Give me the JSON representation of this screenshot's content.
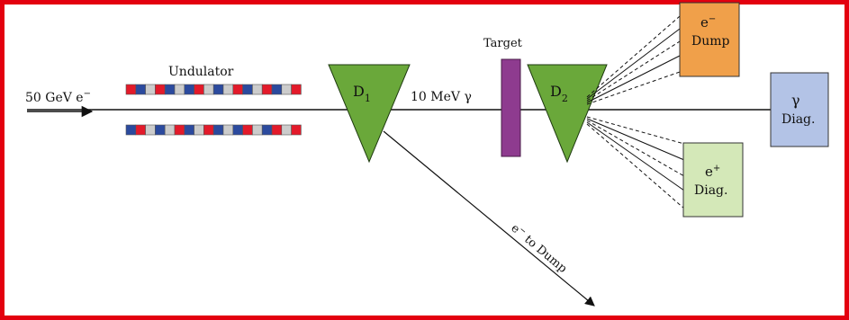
{
  "colors": {
    "frame": "#e3000f",
    "magnet": "#6aa83a",
    "target": "#8e3b8f",
    "e_dump": "#f0a04a",
    "gamma_diag": "#b3c3e6",
    "positron_diag": "#d4e8b8",
    "undulator_red": "#e31a2a",
    "undulator_blue": "#2b4a9e",
    "undulator_grey": "#cccccc"
  },
  "labels": {
    "beam": "50 GeV e",
    "beam_sup": "−",
    "undulator": "Undulator",
    "target": "Target",
    "photon": "10 MeV γ",
    "d1_main": "D",
    "d1_sub": "1",
    "d2_main": "D",
    "d2_sub": "2",
    "dump_e": "e",
    "dump_e_sup": "−",
    "dump": "Dump",
    "gamma": "γ",
    "diag": "Diag.",
    "pos_e": "e",
    "pos_sup": "+",
    "pos_diag": "Diag.",
    "dump_line_e": "e",
    "dump_line_sup": "−",
    "dump_line_rest": " to Dump"
  },
  "undulator": {
    "top_row": [
      "red",
      "blue",
      "grey",
      "red",
      "blue",
      "grey",
      "blue",
      "red",
      "grey",
      "blue",
      "grey",
      "red",
      "blue",
      "grey",
      "red",
      "blue",
      "grey",
      "red"
    ],
    "bottom_row": [
      "blue",
      "red",
      "grey",
      "blue",
      "grey",
      "red",
      "blue",
      "grey",
      "red",
      "blue",
      "grey",
      "blue",
      "red",
      "grey",
      "blue",
      "red",
      "grey",
      "red"
    ]
  }
}
